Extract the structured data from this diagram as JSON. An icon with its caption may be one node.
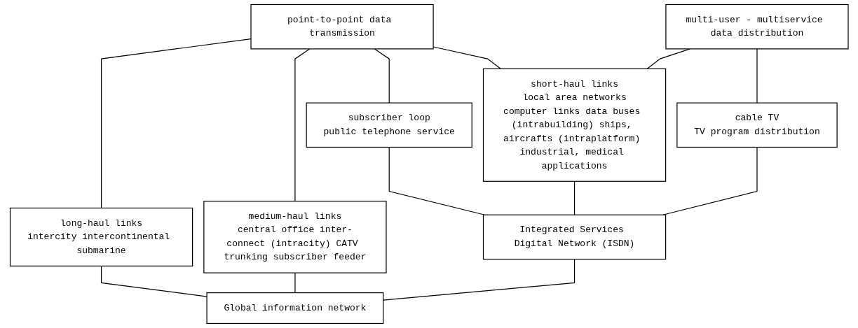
{
  "diagram": {
    "nodes": [
      {
        "text": [
          "point-to-point data transmission"
        ]
      },
      {
        "text": [
          "multi-user - multiservice data distribution"
        ]
      },
      {
        "text": [
          "long-haul links",
          "intercity intercontinental submarine"
        ]
      },
      {
        "text": [
          "medium-haul links",
          "central office inter-connect (intracity) CATV trunking subscriber feeder"
        ]
      },
      {
        "text": [
          "subscriber loop",
          "public telephone service"
        ]
      },
      {
        "text": [
          "short-haul links",
          "local area networks",
          "computer links data buses (intrabuilding) ships, aircrafts (intraplatform) industrial, medical applications"
        ]
      },
      {
        "text": [
          "cable TV",
          "TV program distribution"
        ]
      },
      {
        "text": [
          "Integrated Services Digital Network (ISDN)"
        ]
      },
      {
        "text": [
          "Global information network"
        ]
      }
    ],
    "edges": [
      {
        "from": 0,
        "to": 2,
        "arrow": "none"
      },
      {
        "from": 0,
        "to": 3,
        "arrow": "none"
      },
      {
        "from": 0,
        "to": 4,
        "arrow": "none"
      },
      {
        "from": 0,
        "to": 5,
        "arrow": "none"
      },
      {
        "from": 1,
        "to": 5,
        "arrow": "none"
      },
      {
        "from": 1,
        "to": 6,
        "arrow": "none"
      },
      {
        "from": 2,
        "to": 8,
        "arrow": "none"
      },
      {
        "from": 3,
        "to": 8,
        "arrow": "none"
      },
      {
        "from": 4,
        "to": 7,
        "arrow": "none"
      },
      {
        "from": 5,
        "to": 7,
        "arrow": "none"
      },
      {
        "from": 6,
        "to": 7,
        "arrow": "none"
      },
      {
        "from": 7,
        "to": 8,
        "arrow": "none"
      }
    ]
  }
}
